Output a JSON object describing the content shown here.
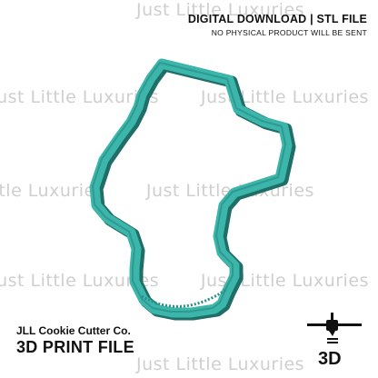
{
  "watermark": {
    "text": "Just Little Luxuries"
  },
  "header": {
    "title": "DIGITAL DOWNLOAD | STL FILE",
    "subtitle": "NO PHYSICAL PRODUCT WILL BE SENT"
  },
  "footer": {
    "company": "JLL Cookie Cutter Co.",
    "file_type": "3D PRINT FILE"
  },
  "icon": {
    "name": "3d-printer-icon",
    "label": "3D"
  },
  "colors": {
    "cutter": "#3cb6ab",
    "cutter_shadow": "#1f6e67",
    "text": "#111111",
    "watermark": "#cfcfcf"
  }
}
